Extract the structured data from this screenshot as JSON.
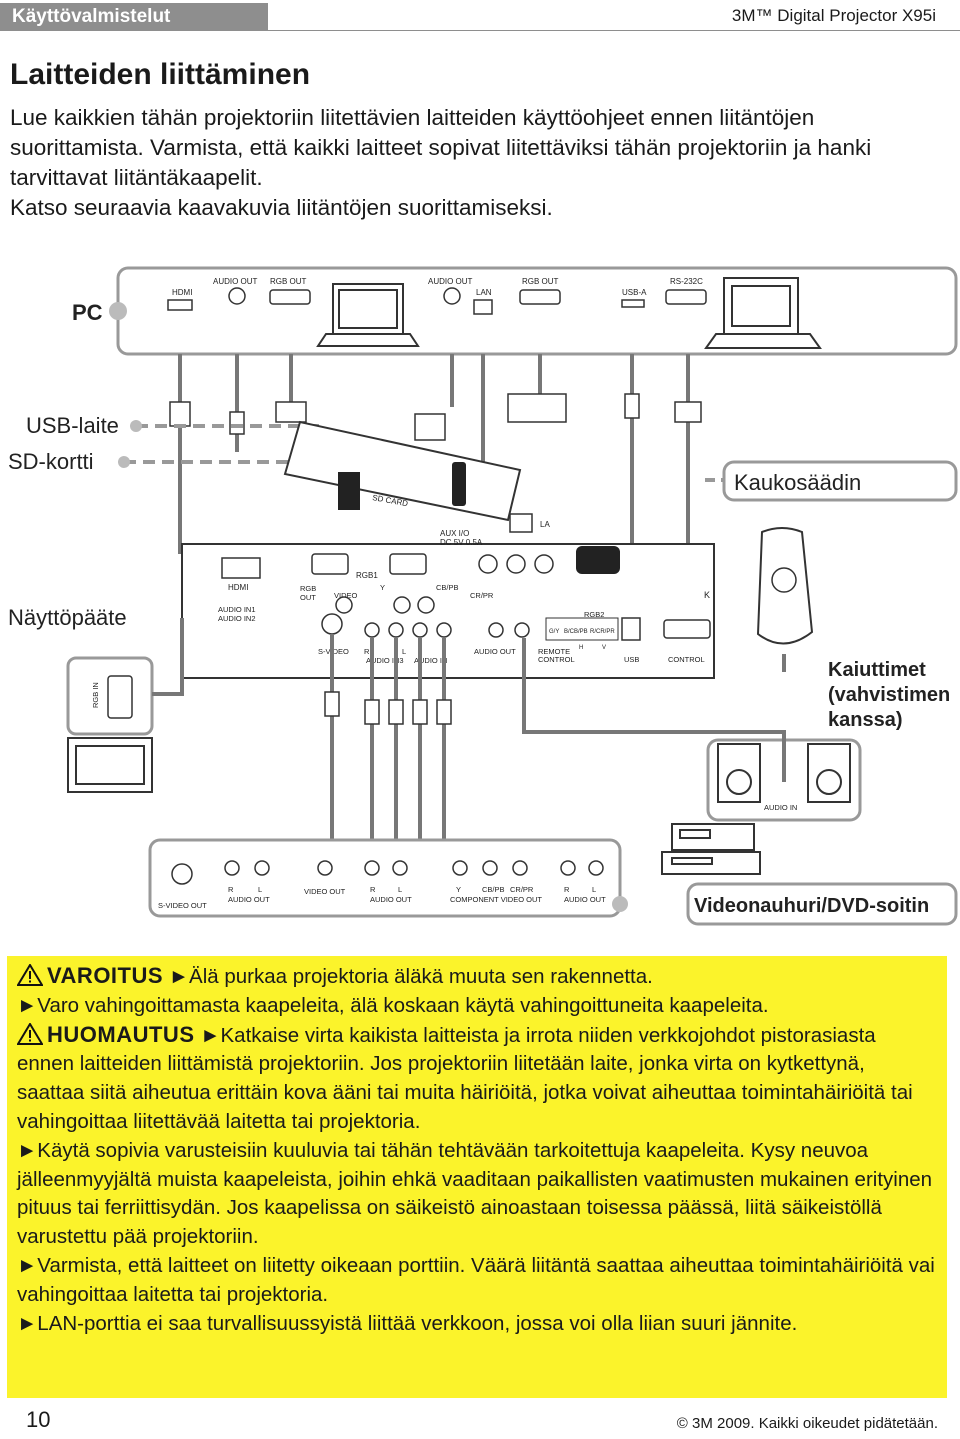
{
  "header": {
    "section": "Käyttövalmistelut",
    "product": "3M™ Digital Projector X95i"
  },
  "title": "Laitteiden liittäminen",
  "intro": [
    "Lue kaikkien tähän projektoriin liitettävien laitteiden käyttöohjeet ennen liitäntöjen suorittamista. Varmista, että kaikki laitteet sopivat liitettäviksi tähän projektoriin ja hanki tarvittavat liitäntäkaapelit.",
    "Katso seuraavia kaavakuvia liitäntöjen suorittamiseksi."
  ],
  "diagram": {
    "devices": {
      "pc": "PC",
      "usb": "USB-laite",
      "sd": "SD-kortti",
      "remote": "Kaukosäädin",
      "monitor": "Näyttöpääte",
      "speakers": [
        "Kaiuttimet",
        "(vahvistimen",
        "kanssa)"
      ],
      "vcr": "Videonauhuri/DVD-soitin"
    },
    "pc_ports": [
      "HDMI",
      "AUDIO OUT",
      "RGB OUT",
      "AUDIO OUT",
      "LAN",
      "RGB OUT",
      "USB-A",
      "RS-232C"
    ],
    "projector_ports": {
      "sd_card": "SD CARD",
      "aux": "AUX I/O",
      "dc": "DC 5V 0.5A",
      "lan": "LA",
      "hdmi": "HDMI",
      "audio_in12": [
        "AUDIO IN1",
        "AUDIO IN2"
      ],
      "rgb_out": [
        "RGB",
        "OUT"
      ],
      "rgb1": "RGB1",
      "video": "VIDEO",
      "y": "Y",
      "cbpb": "CB/PB",
      "crpr": "CR/PR",
      "svideo": "S-VIDEO",
      "r": "R",
      "l": "L",
      "audio_in3": "AUDIO IN3",
      "audio_in": "AUDIO IN",
      "audio_out": "AUDIO OUT",
      "remote_control": [
        "REMOTE",
        "CONTROL"
      ],
      "rgb2": "RGB2",
      "rgb2_sub": [
        "G/Y",
        "B/CB/PB",
        "R/CR/PR",
        "H",
        "V"
      ],
      "usb": "USB",
      "control": "CONTROL",
      "k": "K"
    },
    "monitor_port": "RGB IN",
    "speaker_port": "AUDIO IN",
    "vcr_ports": {
      "svideo_out": "S-VIDEO OUT",
      "r": "R",
      "l": "L",
      "audio_out": "AUDIO OUT",
      "video_out": "VIDEO OUT",
      "y": "Y",
      "cbpb": "CB/PB",
      "crpr": "CR/PR",
      "component": "COMPONENT VIDEO OUT"
    }
  },
  "warnings": {
    "warning_label": "VAROITUS",
    "warning_lines": [
      "Älä purkaa projektoria äläkä muuta sen rakennetta.",
      "Varo vahingoittamasta kaapeleita, älä koskaan käytä vahingoittuneita kaapeleita."
    ],
    "notice_label": "HUOMAUTUS",
    "notice_paragraphs": [
      "Katkaise virta kaikista laitteista ja irrota niiden verkkojohdot pistorasiasta ennen laitteiden liittämistä projektoriin. Jos projektoriin liitetään laite, jonka virta on kytkettynä, saattaa siitä aiheutua erittäin kova ääni tai muita häiriöitä, jotka voivat aiheuttaa toimintahäiriöitä tai vahingoittaa liitettävää laitetta tai projektoria.",
      "Käytä sopivia varusteisiin kuuluvia tai tähän tehtävään tarkoitettuja kaapeleita. Kysy neuvoa jälleenmyyjältä muista kaapeleista, joihin ehkä vaaditaan paikallisten vaatimusten mukainen erityinen pituus tai ferriittisydän. Jos kaapelissa on säikeistö ainoastaan toisessa päässä, liitä säikeistöllä varustettu pää projektoriin.",
      "Varmista, että laitteet on liitetty oikeaan porttiin. Väärä liitäntä saattaa aiheuttaa toimintahäiriöitä vai vahingoittaa laitetta tai projektoria.",
      "LAN-porttia ei saa turvallisuussyistä liittää verkkoon, jossa voi olla liian suuri jännite."
    ],
    "arrow": "►"
  },
  "footer": {
    "page": "10",
    "copyright": "© 3M 2009.  Kaikki oikeudet pidätetään."
  },
  "colors": {
    "header_gray": "#8e8e8e",
    "warning_yellow": "#fbf32b",
    "diagram_gray": "#999999"
  }
}
